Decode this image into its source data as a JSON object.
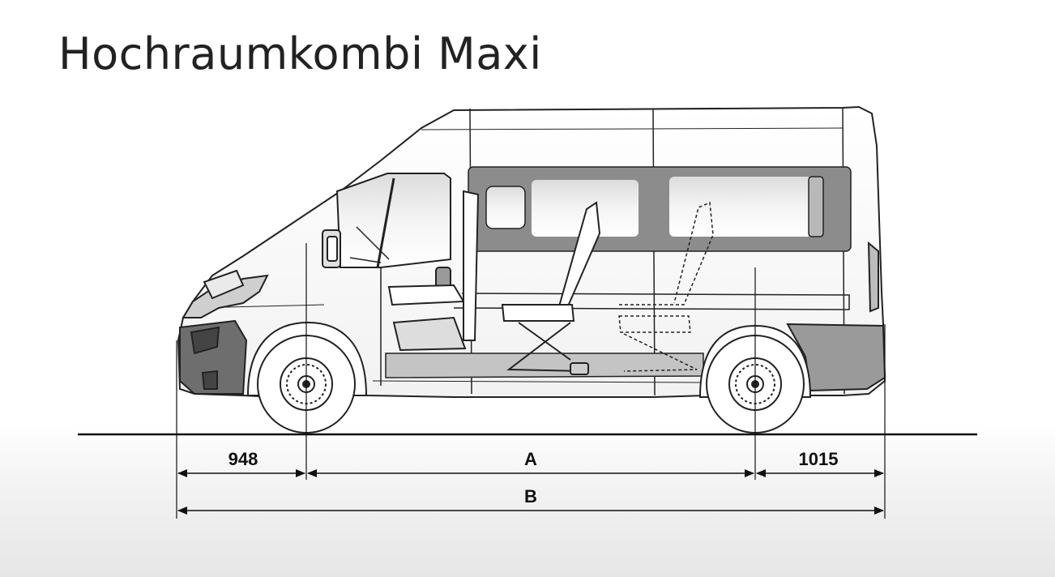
{
  "title": "Hochraumkombi Maxi",
  "dimensions": {
    "front_overhang": "948",
    "wheelbase": "A",
    "rear_overhang": "1015",
    "overall_length": "B"
  }
}
